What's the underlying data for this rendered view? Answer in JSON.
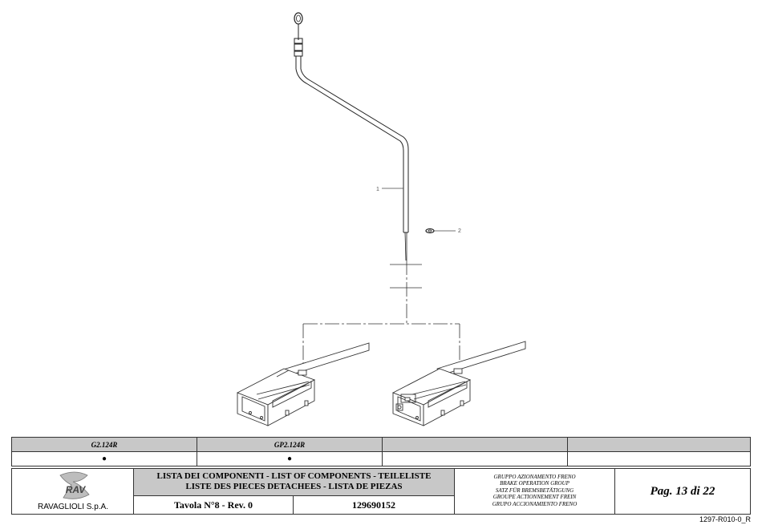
{
  "drawing": {
    "callouts": [
      "1",
      "2"
    ]
  },
  "models": {
    "columns": [
      "G2.124R",
      "GP2.124R",
      "",
      ""
    ],
    "marks": [
      "●",
      "●",
      "",
      ""
    ]
  },
  "titleblock": {
    "company": "RAVAGLIOLI S.p.A.",
    "logo_text": "RAV",
    "list_title_line1": "LISTA DEI COMPONENTI - LIST OF COMPONENTS - TEILELISTE",
    "list_title_line2": "LISTE DES PIECES DETACHEES - LISTA DE PIEZAS",
    "table_number": "Tavola N°8 - Rev. 0",
    "part_number": "129690152",
    "group_names": [
      "GRUPPO AZIONAMENTO FRENO",
      "BRAKE OPERATION GROUP",
      "SATZ FÜR BREMSBETÄTIGUNG",
      "GROUPE ACTIONNEMENT FREIN",
      "GRUPO ACCIONAMIENTO FRENO"
    ],
    "page": "Pag. 13 di 22"
  },
  "doc_code": "1297-R010-0_R"
}
